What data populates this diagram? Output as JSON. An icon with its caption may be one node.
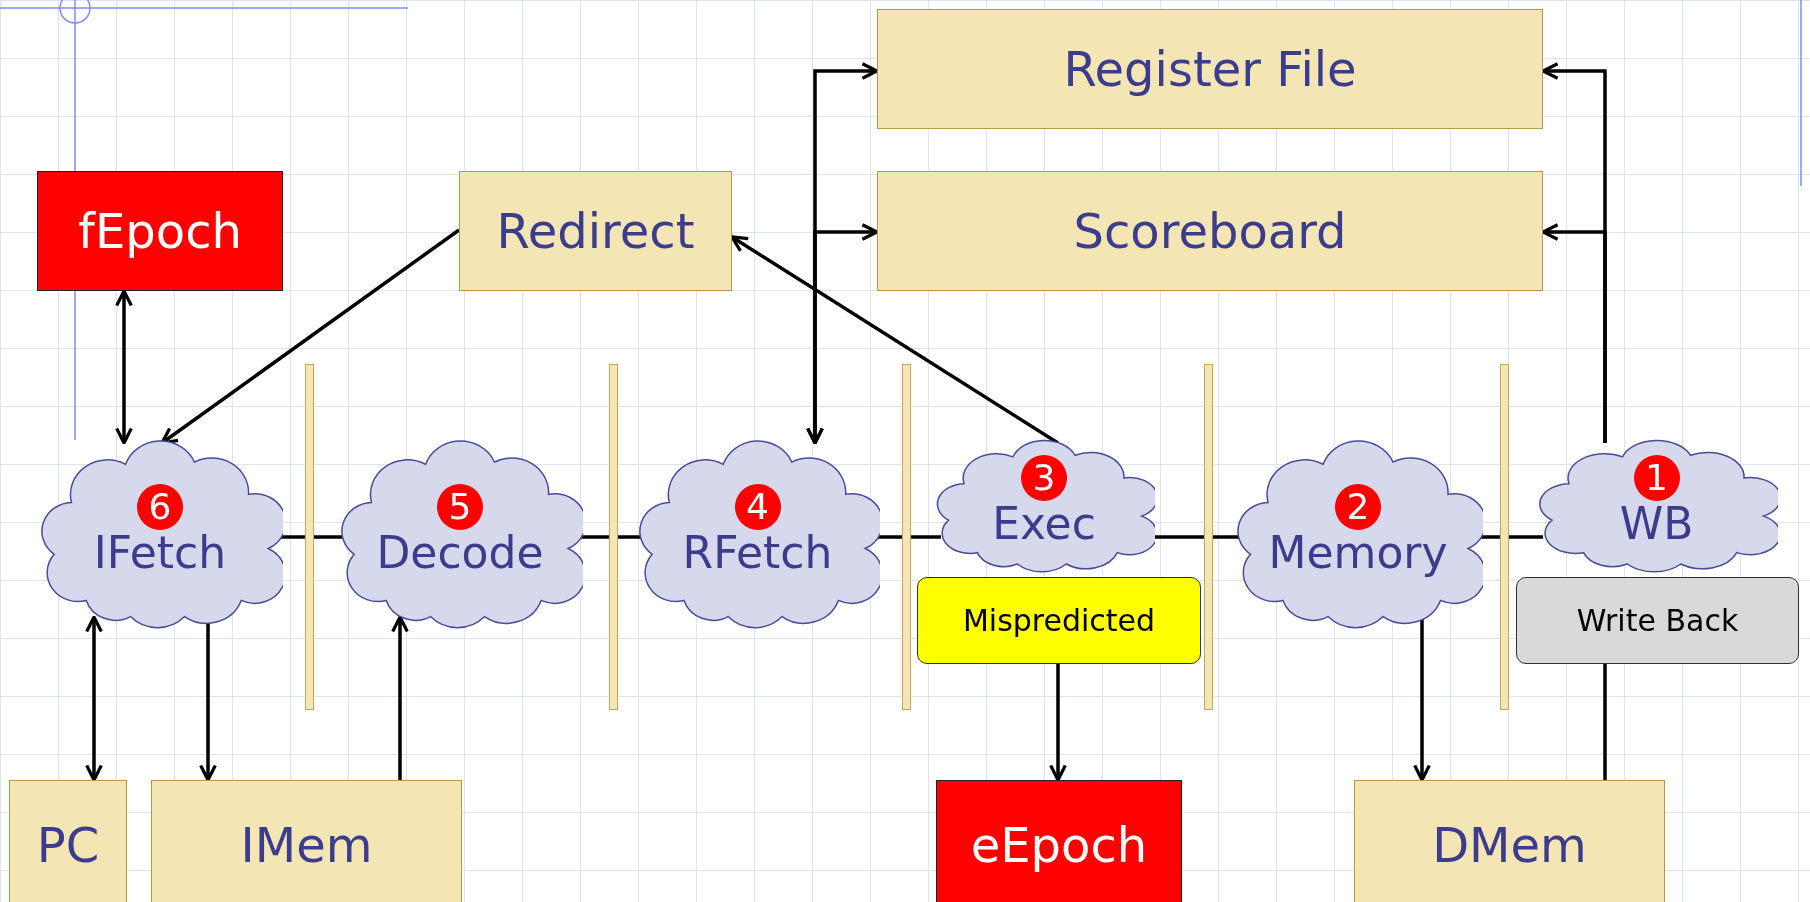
{
  "diagram": {
    "nodes": [
      {
        "text": [
          "Register File"
        ]
      },
      {
        "text": [
          "Scoreboard"
        ]
      },
      {
        "text": [
          "fEpoch"
        ]
      },
      {
        "text": [
          "Redirect"
        ]
      },
      {
        "text": [
          "6",
          "IFetch"
        ]
      },
      {
        "text": [
          "5",
          "Decode"
        ]
      },
      {
        "text": [
          "4",
          "RFetch"
        ]
      },
      {
        "text": [
          "3",
          "Exec"
        ]
      },
      {
        "text": [
          "2",
          "Memory"
        ]
      },
      {
        "text": [
          "1",
          "WB"
        ]
      },
      {
        "text": [
          "Mispredicted"
        ]
      },
      {
        "text": [
          "Write Back"
        ]
      },
      {
        "text": [
          "PC"
        ]
      },
      {
        "text": [
          "IMem"
        ]
      },
      {
        "text": [
          "eEpoch"
        ]
      },
      {
        "text": [
          "DMem"
        ]
      }
    ],
    "edges": [
      {
        "from": 2,
        "to": 4,
        "arrow": "both"
      },
      {
        "from": 3,
        "to": 4,
        "arrow": "to"
      },
      {
        "from": 7,
        "to": 3,
        "arrow": "to"
      },
      {
        "from": 6,
        "to": 0,
        "arrow": "both"
      },
      {
        "from": 6,
        "to": 1,
        "arrow": "both"
      },
      {
        "from": 9,
        "to": 0,
        "arrow": "to"
      },
      {
        "from": 9,
        "to": 1,
        "arrow": "to"
      },
      {
        "from": 4,
        "to": 5,
        "arrow": "none"
      },
      {
        "from": 5,
        "to": 6,
        "arrow": "none"
      },
      {
        "from": 6,
        "to": 7,
        "arrow": "none"
      },
      {
        "from": 7,
        "to": 8,
        "arrow": "none"
      },
      {
        "from": 8,
        "to": 9,
        "arrow": "none"
      },
      {
        "from": 4,
        "to": 12,
        "arrow": "both"
      },
      {
        "from": 4,
        "to": 13,
        "arrow": "to"
      },
      {
        "from": 13,
        "to": 5,
        "arrow": "to"
      },
      {
        "from": 10,
        "to": 14,
        "arrow": "to"
      },
      {
        "from": 8,
        "to": 15,
        "arrow": "to"
      },
      {
        "from": 15,
        "to": 11,
        "arrow": "none"
      }
    ]
  }
}
